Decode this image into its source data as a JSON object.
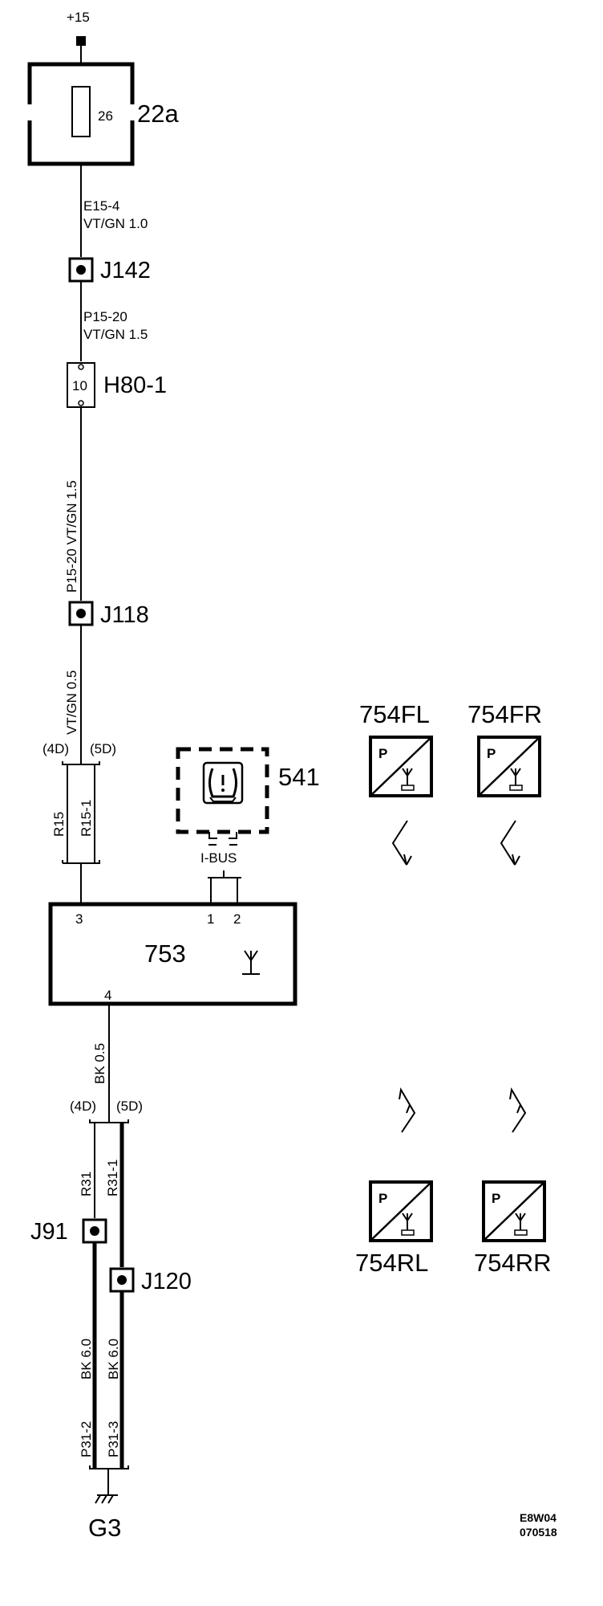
{
  "supply": "+15",
  "fuse": {
    "number": "26",
    "label": "22a"
  },
  "wires": {
    "w1_code": "E15-4",
    "w1_spec": "VT/GN  1.0",
    "w2_code": "P15-20",
    "w2_spec": "VT/GN  1.5",
    "w3": "P15-20  VT/GN  1.5",
    "w4": "VT/GN  0.5",
    "w5a": "R15",
    "w5b": "R15-1",
    "w6": "BK  0.5",
    "w7a": "R31",
    "w7b": "R31-1",
    "w8a": "BK  6.0",
    "w8b": "BK  6.0",
    "w9a": "P31-2",
    "w9b": "P31-3"
  },
  "junctions": {
    "j142": "J142",
    "j118": "J118",
    "j91": "J91",
    "j120": "J120"
  },
  "connector": {
    "label": "H80-1",
    "pin": "10"
  },
  "variants": {
    "upper_left": "(4D)",
    "upper_right": "(5D)",
    "lower_left": "(4D)",
    "lower_right": "(5D)"
  },
  "module": {
    "label": "753",
    "pin3": "3",
    "pin1": "1",
    "pin2": "2",
    "pin4": "4"
  },
  "indicator": {
    "label": "541",
    "bus": "I-BUS"
  },
  "sensors": {
    "fl": "754FL",
    "fr": "754FR",
    "rl": "754RL",
    "rr": "754RR",
    "symbol": "P"
  },
  "ground": "G3",
  "footer": {
    "code": "E8W04",
    "date": "070518"
  }
}
